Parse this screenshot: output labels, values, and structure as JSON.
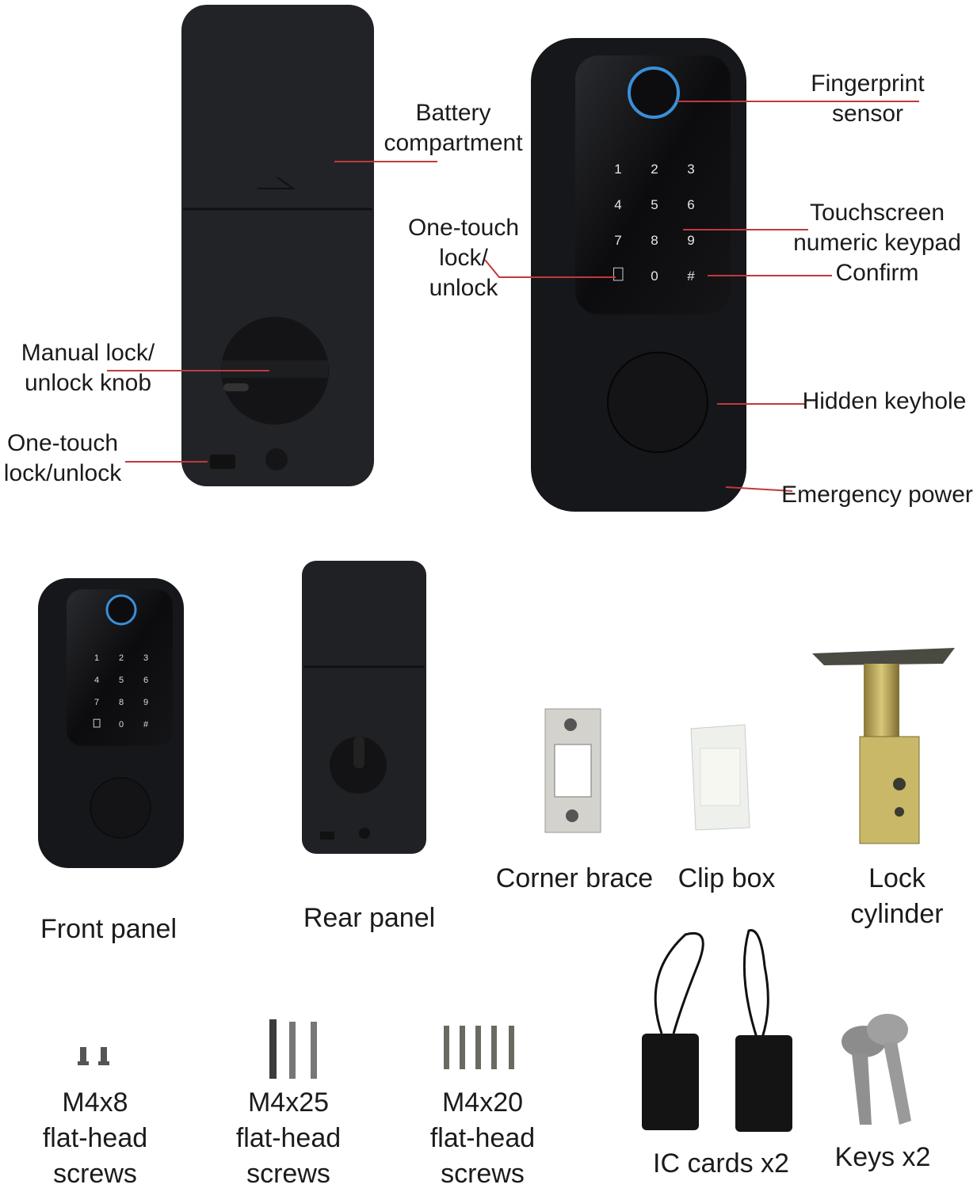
{
  "callouts": {
    "battery": [
      "Battery",
      "compartment"
    ],
    "fingerprint": [
      "Fingerprint",
      "sensor"
    ],
    "keypad": [
      "Touchscreen",
      "numeric keypad"
    ],
    "confirm": "Confirm",
    "one_touch_front": [
      "One-touch",
      "lock/",
      "unlock"
    ],
    "hidden_keyhole": "Hidden keyhole",
    "emergency_power": "Emergency power",
    "manual_knob": [
      "Manual lock/",
      "unlock knob"
    ],
    "one_touch_rear": [
      "One-touch",
      "lock/unlock"
    ]
  },
  "keypad_keys": [
    "1",
    "2",
    "3",
    "4",
    "5",
    "6",
    "7",
    "8",
    "9",
    "0",
    "#"
  ],
  "parts": {
    "front_panel": "Front panel",
    "rear_panel": "Rear panel",
    "corner_brace": "Corner brace",
    "clip_box": "Clip box",
    "lock_cylinder": [
      "Lock",
      "cylinder"
    ],
    "m4x8": [
      "M4x8",
      "flat-head",
      "screws"
    ],
    "m4x25": [
      "M4x25",
      "flat-head",
      "screws"
    ],
    "m4x20": [
      "M4x20",
      "flat-head",
      "screws"
    ],
    "ic_cards": "IC cards x2",
    "keys": "Keys x2"
  },
  "colors": {
    "callout_line": "#c0393b",
    "device": "#1c1d20",
    "ring": "#3a8fd8"
  }
}
